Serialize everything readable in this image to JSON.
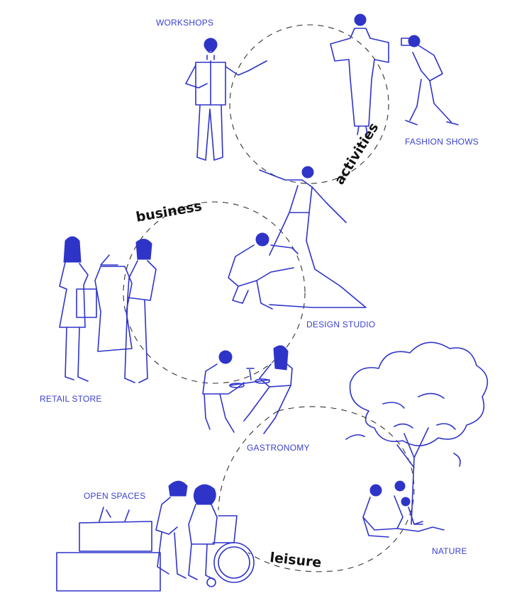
{
  "colors": {
    "ink": "#2f34c8",
    "label": "#3a3fd0",
    "category": "#111111",
    "dash": "#333333"
  },
  "labels": {
    "workshops": "WORKSHOPS",
    "fashion_shows": "FASHION SHOWS",
    "design_studio": "DESIGN STUDIO",
    "retail_store": "RETAIL STORE",
    "gastronomy": "GASTRONOMY",
    "open_spaces": "OPEN SPACES",
    "nature": "NATURE"
  },
  "categories": {
    "activities": "activities",
    "business": "business",
    "leisure": "leisure"
  },
  "illustrations": {
    "workshops": "presenter-with-pointer",
    "fashion_shows": "model-and-photographer",
    "design_studio": "designer-fitting-gown",
    "retail_store": "shoppers-with-dress",
    "gastronomy": "couple-dining",
    "open_spaces": "couple-with-wheelchair-on-bench",
    "nature": "family-under-tree"
  }
}
